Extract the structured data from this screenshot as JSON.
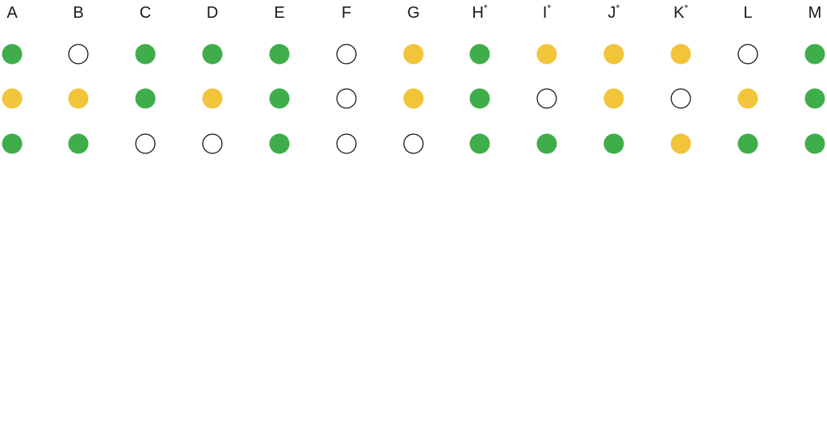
{
  "colors": {
    "green": "#3fae4a",
    "yellow": "#f1c43a",
    "empty_fill": "#ffffff",
    "empty_stroke": "#1a1a1a"
  },
  "columns": [
    {
      "label": "A",
      "mark": "",
      "states": [
        "green",
        "yellow",
        "green"
      ]
    },
    {
      "label": "B",
      "mark": "",
      "states": [
        "empty",
        "yellow",
        "green"
      ]
    },
    {
      "label": "C",
      "mark": "",
      "states": [
        "green",
        "green",
        "empty"
      ]
    },
    {
      "label": "D",
      "mark": "",
      "states": [
        "green",
        "yellow",
        "empty"
      ]
    },
    {
      "label": "E",
      "mark": "",
      "states": [
        "green",
        "green",
        "green"
      ]
    },
    {
      "label": "F",
      "mark": "",
      "states": [
        "empty",
        "empty",
        "empty"
      ]
    },
    {
      "label": "G",
      "mark": "",
      "states": [
        "yellow",
        "yellow",
        "empty"
      ]
    },
    {
      "label": "H",
      "mark": "*",
      "states": [
        "green",
        "green",
        "green"
      ]
    },
    {
      "label": "I",
      "mark": "*",
      "states": [
        "yellow",
        "empty",
        "green"
      ]
    },
    {
      "label": "J",
      "mark": "*",
      "states": [
        "yellow",
        "yellow",
        "green"
      ]
    },
    {
      "label": "K",
      "mark": "*",
      "states": [
        "yellow",
        "empty",
        "yellow"
      ]
    },
    {
      "label": "L",
      "mark": "",
      "states": [
        "empty",
        "yellow",
        "green"
      ]
    },
    {
      "label": "M",
      "mark": "",
      "states": [
        "green",
        "green",
        "green"
      ]
    }
  ]
}
